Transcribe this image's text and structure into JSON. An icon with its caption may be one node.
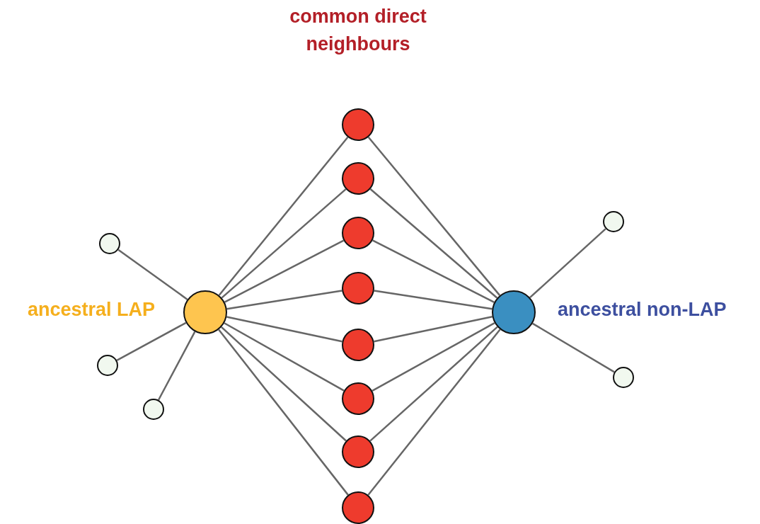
{
  "diagram": {
    "nodes": [
      {
        "text": [],
        "shape": "circle",
        "beside": [
          "ancestral LAP"
        ]
      },
      {
        "text": [],
        "shape": "circle",
        "beside": [
          "ancestral non-LAP"
        ]
      },
      {
        "text": [],
        "shape": "circle"
      },
      {
        "text": [],
        "shape": "circle"
      },
      {
        "text": [],
        "shape": "circle"
      },
      {
        "text": [],
        "shape": "circle"
      },
      {
        "text": [],
        "shape": "circle"
      },
      {
        "text": [],
        "shape": "circle"
      },
      {
        "text": [],
        "shape": "circle"
      },
      {
        "text": [],
        "shape": "circle"
      },
      {
        "text": [],
        "shape": "circle"
      },
      {
        "text": [],
        "shape": "circle"
      },
      {
        "text": [],
        "shape": "circle"
      },
      {
        "text": [],
        "shape": "circle"
      },
      {
        "text": [],
        "shape": "circle"
      }
    ],
    "edges": [
      {
        "from": 0,
        "to": 2,
        "arrow": "none"
      },
      {
        "from": 0,
        "to": 3,
        "arrow": "none"
      },
      {
        "from": 0,
        "to": 4,
        "arrow": "none"
      },
      {
        "from": 0,
        "to": 5,
        "arrow": "none"
      },
      {
        "from": 0,
        "to": 6,
        "arrow": "none"
      },
      {
        "from": 0,
        "to": 7,
        "arrow": "none"
      },
      {
        "from": 0,
        "to": 8,
        "arrow": "none"
      },
      {
        "from": 0,
        "to": 9,
        "arrow": "none"
      },
      {
        "from": 1,
        "to": 2,
        "arrow": "none"
      },
      {
        "from": 1,
        "to": 3,
        "arrow": "none"
      },
      {
        "from": 1,
        "to": 4,
        "arrow": "none"
      },
      {
        "from": 1,
        "to": 5,
        "arrow": "none"
      },
      {
        "from": 1,
        "to": 6,
        "arrow": "none"
      },
      {
        "from": 1,
        "to": 7,
        "arrow": "none"
      },
      {
        "from": 1,
        "to": 8,
        "arrow": "none"
      },
      {
        "from": 1,
        "to": 9,
        "arrow": "none"
      },
      {
        "from": 0,
        "to": 10,
        "arrow": "none"
      },
      {
        "from": 0,
        "to": 11,
        "arrow": "none"
      },
      {
        "from": 0,
        "to": 12,
        "arrow": "none"
      },
      {
        "from": 1,
        "to": 13,
        "arrow": "none"
      },
      {
        "from": 1,
        "to": 14,
        "arrow": "none"
      }
    ],
    "labels": [
      "common direct neighbours"
    ]
  }
}
